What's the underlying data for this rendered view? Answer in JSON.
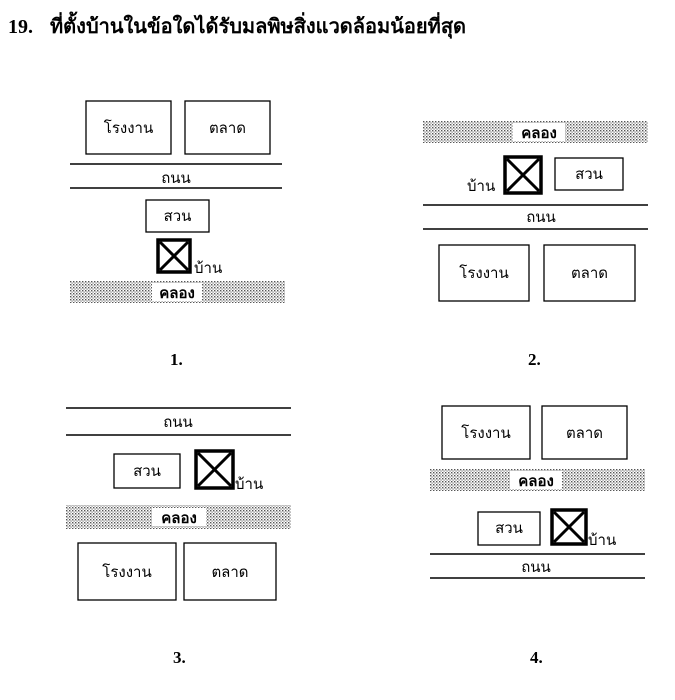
{
  "question": {
    "number": "19.",
    "text": "ที่ตั้งบ้านในข้อใดได้รับมลพิษสิ่งแวดล้อมน้อยที่สุด"
  },
  "labels": {
    "factory": "โรงงาน",
    "market": "ตลาด",
    "road": "ถนน",
    "garden": "สวน",
    "house": "บ้าน",
    "canal": "คลอง"
  },
  "choices": [
    {
      "label": "1.",
      "order_top_to_bottom": [
        "factory-market",
        "road",
        "garden",
        "house",
        "canal"
      ]
    },
    {
      "label": "2.",
      "order_top_to_bottom": [
        "canal",
        "house-garden",
        "road",
        "factory-market"
      ]
    },
    {
      "label": "3.",
      "order_top_to_bottom": [
        "road",
        "garden-house",
        "canal",
        "factory-market"
      ]
    },
    {
      "label": "4.",
      "order_top_to_bottom": [
        "factory-market",
        "canal",
        "garden-house",
        "road"
      ]
    }
  ]
}
